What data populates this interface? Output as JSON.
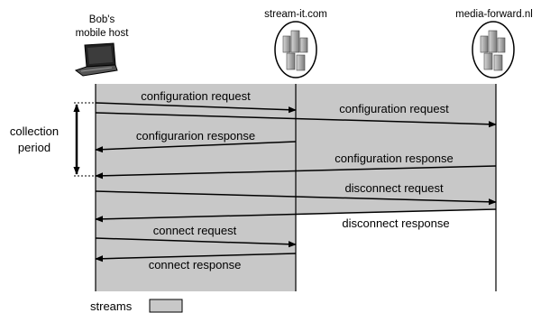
{
  "hosts": {
    "bob_line1": "Bob's",
    "bob_line2": "mobile host",
    "stream": "stream-it.com",
    "media": "media-forward.nl"
  },
  "collection": {
    "line1": "collection",
    "line2": "period"
  },
  "messages": {
    "m1": "configuration request",
    "m2": "configuration request",
    "m3": "configurarion response",
    "m4": "configuration response",
    "m5": "disconnect request",
    "m6": "disconnect response",
    "m7": "connect request",
    "m8": "connect response"
  },
  "legend": {
    "label": "streams",
    "color": "#c8c8c8"
  },
  "colors": {
    "stream_fill": "#c8c8c8"
  }
}
